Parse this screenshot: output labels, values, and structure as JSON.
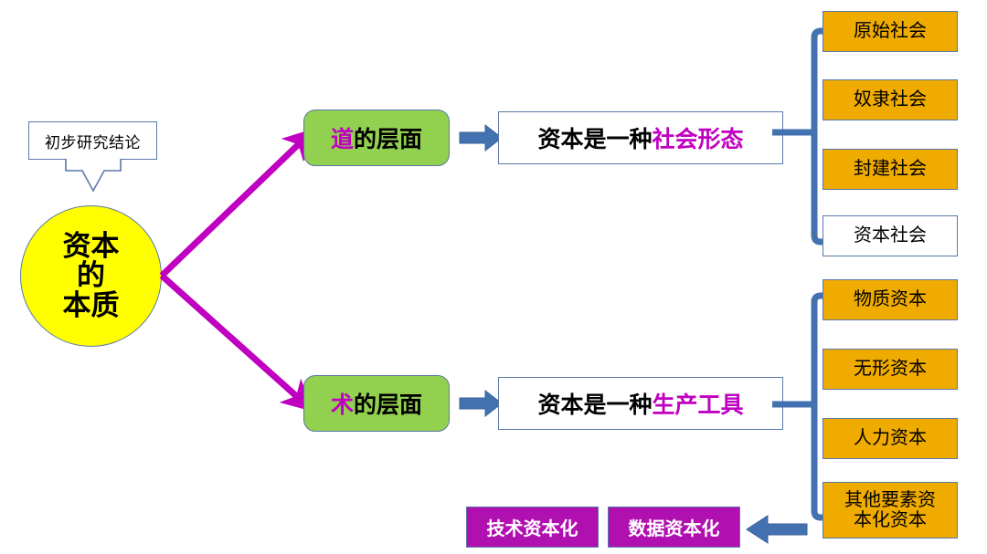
{
  "diagram": {
    "title_note": "初步研究结论",
    "core": {
      "lines": [
        "资本",
        "的",
        "本质"
      ],
      "fill": "#ffff00"
    },
    "branches": [
      {
        "id": "dao",
        "level_prefix": "道",
        "level_suffix": "的层面",
        "statement_prefix": "资本是一种",
        "statement_highlight": "社会形态",
        "leaves": [
          {
            "label": "原始社会",
            "fill": "#f0ab00"
          },
          {
            "label": "奴隶社会",
            "fill": "#f0ab00"
          },
          {
            "label": "封建社会",
            "fill": "#f0ab00"
          },
          {
            "label": "资本社会",
            "fill": "#ffffff"
          }
        ]
      },
      {
        "id": "shu",
        "level_prefix": "术",
        "level_suffix": "的层面",
        "statement_prefix": "资本是一种",
        "statement_highlight": "生产工具",
        "leaves": [
          {
            "label": "物质资本",
            "fill": "#f0ab00"
          },
          {
            "label": "无形资本",
            "fill": "#f0ab00"
          },
          {
            "label": "人力资本",
            "fill": "#f0ab00"
          },
          {
            "label": "其他要素资本化资本",
            "label_line1": "其他要素资",
            "label_line2": "本化资本",
            "fill": "#f0ab00"
          }
        ]
      }
    ],
    "bottom_tags": [
      {
        "label": "技术资本化",
        "fill": "#b010b0"
      },
      {
        "label": "数据资本化",
        "fill": "#b010b0"
      }
    ],
    "colors": {
      "accent_magenta": "#c000c0",
      "accent_blue": "#4472b0",
      "green": "#92d050",
      "orange": "#f0ab00",
      "purple": "#b010b0",
      "yellow": "#ffff00",
      "border_blue": "#5a78a8"
    }
  }
}
